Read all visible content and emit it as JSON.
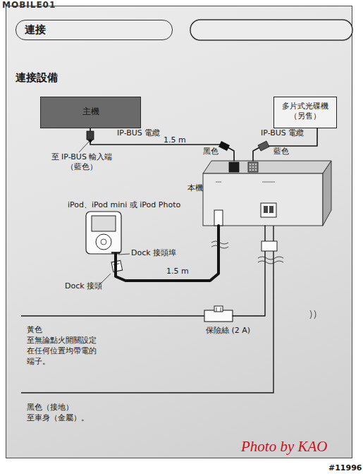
{
  "diagram": {
    "title": "連接設備",
    "nodes": [
      {
        "text": [
          "連接"
        ]
      },
      {
        "text": [
          "主機"
        ]
      },
      {
        "text": [
          "多片式光碟機 （另售）"
        ]
      },
      {
        "text": [
          "本機"
        ]
      },
      {
        "text": [
          "iPod、iPod mini 或 iPod Photo"
        ]
      },
      {
        "text": [
          "保險絲 (2 A)"
        ]
      }
    ],
    "edges": [
      {
        "from": 1,
        "to": 3,
        "label": "IP-BUS 電纜",
        "arrow": "none"
      },
      {
        "from": 2,
        "to": 3,
        "label": "IP-BUS 電纜",
        "arrow": "none"
      },
      {
        "from": 4,
        "to": 3,
        "arrow": "none"
      },
      {
        "from": 3,
        "to": 5,
        "arrow": "none"
      }
    ],
    "labels": [
      "至 IP-BUS 輸入端 （藍色）",
      "1.5 m",
      "黑色",
      "藍色",
      "Dock 接頭埠",
      "Dock 接頭",
      "1.5 m",
      "黃色 至無論點火開關設定 在任何位置均帶電的 端子。",
      "黑色（接地） 至車身（金屬）。",
      "Photo by KAO",
      "#11996",
      "MOBILE01"
    ]
  }
}
